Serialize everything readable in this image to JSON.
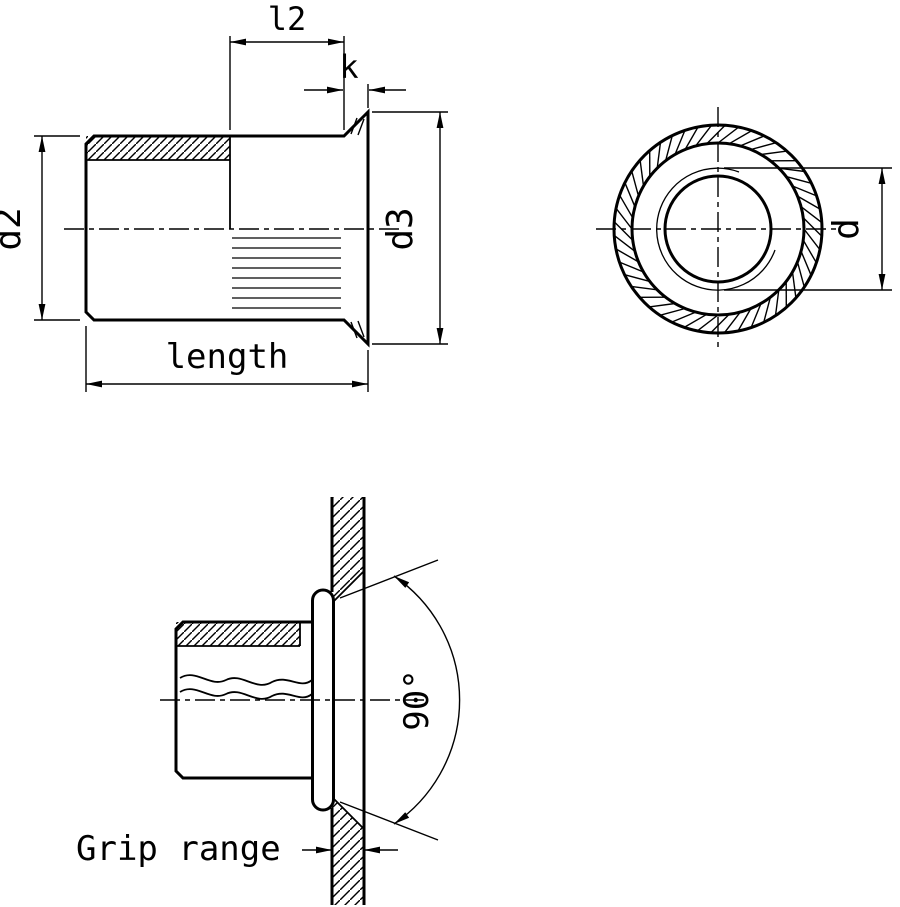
{
  "diagram": {
    "background": "#ffffff",
    "line_color": "#000000",
    "labels": {
      "l2": "l2",
      "k": "k",
      "d2": "d2",
      "d3": "d3",
      "length": "length",
      "d": "d",
      "angle": "90°",
      "grip_range": "Grip range"
    }
  }
}
